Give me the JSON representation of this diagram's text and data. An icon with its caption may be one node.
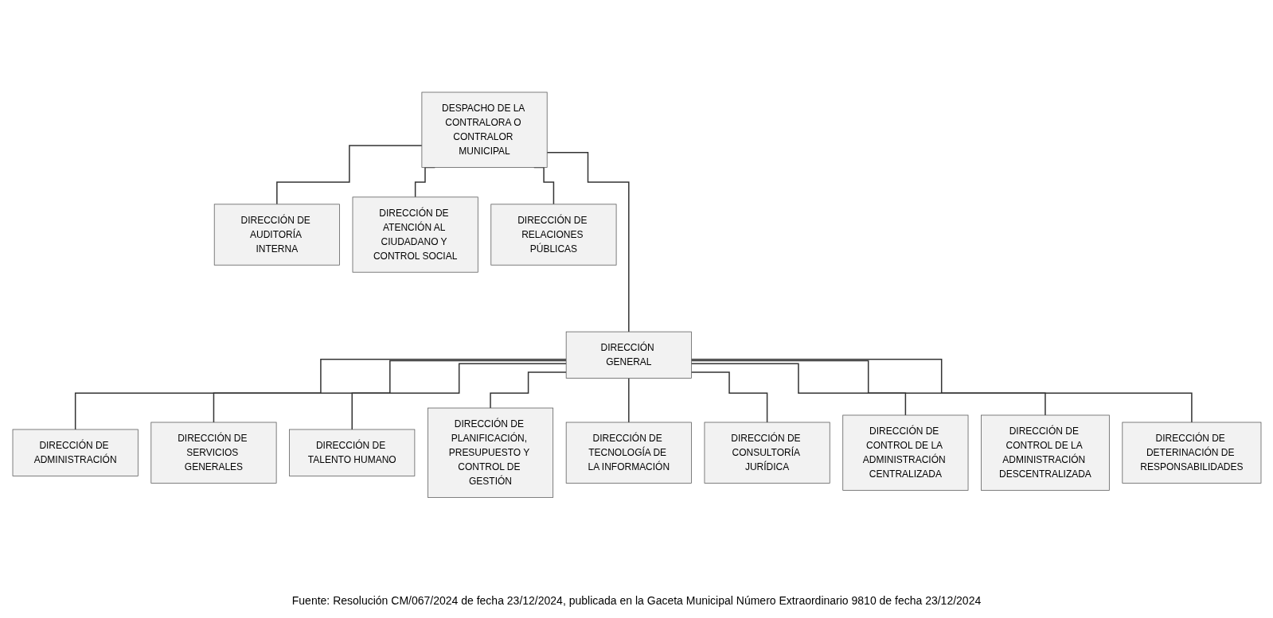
{
  "diagram": {
    "caption": "Fuente: Resolución CM/067/2024 de fecha 23/12/2024, publicada en la Gaceta Municipal Número Extraordinario 9810 de fecha 23/12/2024",
    "nodes": [
      {
        "text": [
          "DESPACHO DE LA CONTRALORA O CONTRALOR MUNICIPAL"
        ]
      },
      {
        "text": [
          "DIRECCIÓN DE AUDITORÍA INTERNA"
        ]
      },
      {
        "text": [
          "DIRECCIÓN DE ATENCIÓN AL CIUDADANO Y CONTROL SOCIAL"
        ]
      },
      {
        "text": [
          "DIRECCIÓN DE RELACIONES PÚBLICAS"
        ]
      },
      {
        "text": [
          "DIRECCIÓN GENERAL"
        ]
      },
      {
        "text": [
          "DIRECCIÓN DE ADMINISTRACIÓN"
        ]
      },
      {
        "text": [
          "DIRECCIÓN DE SERVICIOS GENERALES"
        ]
      },
      {
        "text": [
          "DIRECCIÓN DE TALENTO HUMANO"
        ]
      },
      {
        "text": [
          "DIRECCIÓN DE PLANIFICACIÓN, PRESUPUESTO Y CONTROL DE GESTIÓN"
        ]
      },
      {
        "text": [
          "DIRECCIÓN DE TECNOLOGÍA DE LA INFORMACIÓN"
        ]
      },
      {
        "text": [
          "DIRECCIÓN DE CONSULTORÍA JURÍDICA"
        ]
      },
      {
        "text": [
          "DIRECCIÓN DE CONTROL DE LA ADMINISTRACIÓN CENTRALIZADA"
        ]
      },
      {
        "text": [
          "DIRECCIÓN DE CONTROL DE LA ADMINISTRACIÓN DESCENTRALIZADA"
        ]
      },
      {
        "text": [
          "DIRECCIÓN DE DETERINACIÓN DE RESPONSABILIDADES"
        ]
      }
    ],
    "edges": [
      {
        "from": 0,
        "to": 1,
        "arrow": "none"
      },
      {
        "from": 0,
        "to": 2,
        "arrow": "none"
      },
      {
        "from": 0,
        "to": 3,
        "arrow": "none"
      },
      {
        "from": 0,
        "to": 4,
        "arrow": "none"
      },
      {
        "from": 4,
        "to": 5,
        "arrow": "none"
      },
      {
        "from": 4,
        "to": 6,
        "arrow": "none"
      },
      {
        "from": 4,
        "to": 7,
        "arrow": "none"
      },
      {
        "from": 4,
        "to": 8,
        "arrow": "none"
      },
      {
        "from": 4,
        "to": 9,
        "arrow": "none"
      },
      {
        "from": 4,
        "to": 10,
        "arrow": "none"
      },
      {
        "from": 4,
        "to": 11,
        "arrow": "none"
      },
      {
        "from": 4,
        "to": 12,
        "arrow": "none"
      },
      {
        "from": 4,
        "to": 13,
        "arrow": "none"
      }
    ]
  }
}
